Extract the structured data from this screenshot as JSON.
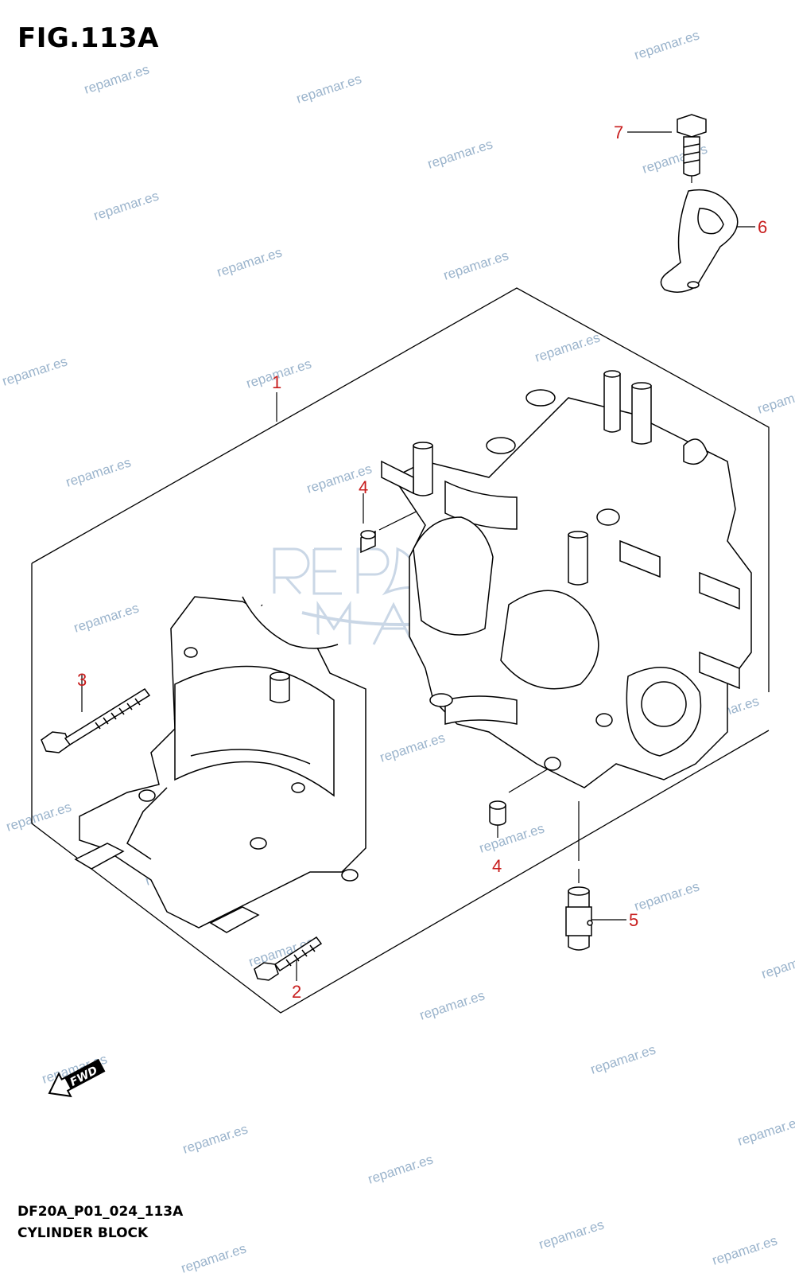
{
  "figure": {
    "title": "FIG.113A",
    "code": "DF20A_P01_024_113A",
    "name": "CYLINDER BLOCK"
  },
  "callouts": [
    {
      "label": "1"
    },
    {
      "label": "2"
    },
    {
      "label": "3"
    },
    {
      "label": "4"
    },
    {
      "label": "4"
    },
    {
      "label": "5"
    },
    {
      "label": "6"
    },
    {
      "label": "7"
    }
  ],
  "fwd_label": "FWD",
  "logo_text": "REP MAR",
  "watermark": "repamar.es",
  "colors": {
    "callout": "#c81e1e",
    "line": "#000000",
    "watermark": "#9bb4cc",
    "logo": "#9fb7d3"
  }
}
